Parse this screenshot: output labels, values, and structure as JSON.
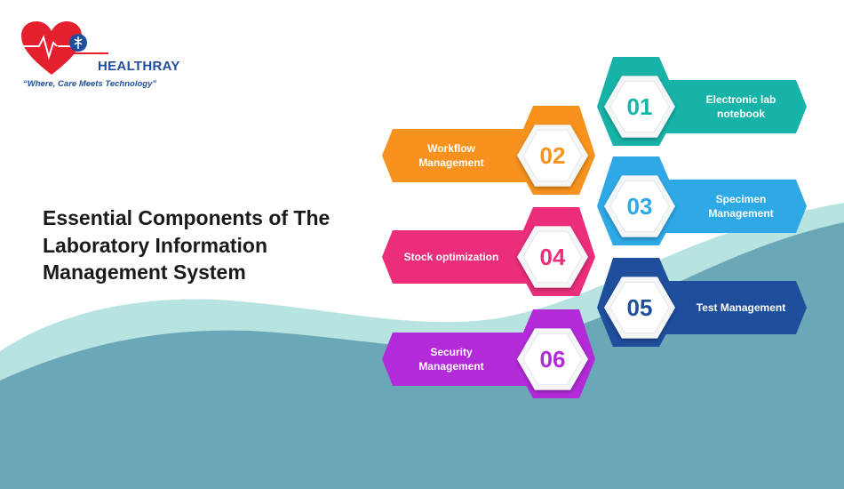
{
  "brand": {
    "name": "HEALTHRAY",
    "tagline": "“Where, Care Meets Technology”",
    "colors": {
      "heart": "#e4202f",
      "navy": "#1f4e9c",
      "teal": "#7fc7c6"
    }
  },
  "title": {
    "line1": "Essential Components of The",
    "line2": "Laboratory Information",
    "line3": "Management System"
  },
  "components": [
    {
      "number": "01",
      "label_lines": [
        "Electronic lab",
        "notebook"
      ],
      "side": "right",
      "color": "#17b3a8"
    },
    {
      "number": "02",
      "label_lines": [
        "Workflow",
        "Management"
      ],
      "side": "left",
      "color": "#f7921e"
    },
    {
      "number": "03",
      "label_lines": [
        "Specimen",
        "Management"
      ],
      "side": "right",
      "color": "#2ea9e6"
    },
    {
      "number": "04",
      "label_lines": [
        "Stock optimization"
      ],
      "side": "left",
      "color": "#ec2d7a"
    },
    {
      "number": "05",
      "label_lines": [
        "Test Management"
      ],
      "side": "right",
      "color": "#1f4e9c"
    },
    {
      "number": "06",
      "label_lines": [
        "Security",
        "Management"
      ],
      "side": "left",
      "color": "#b32bd8"
    }
  ]
}
